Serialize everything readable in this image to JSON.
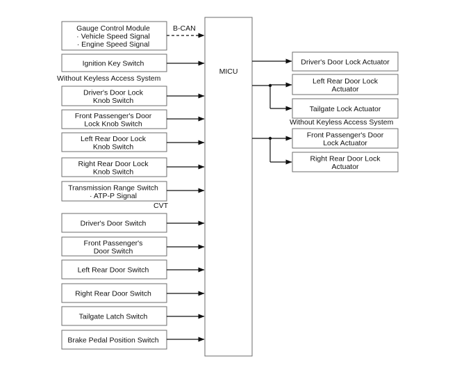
{
  "inputs": [
    {
      "id": "gauge",
      "lines": [
        "Gauge Control Module",
        "· Vehicle Speed Signal",
        "· Engine Speed Signal"
      ]
    },
    {
      "id": "ignition",
      "lines": [
        "Ignition Key Switch"
      ]
    },
    {
      "id": "driver-knob",
      "lines": [
        "Driver's Door Lock",
        "Knob Switch"
      ]
    },
    {
      "id": "front-pass-knob",
      "lines": [
        "Front Passenger's Door",
        "Lock Knob Switch"
      ]
    },
    {
      "id": "left-rear-knob",
      "lines": [
        "Left Rear Door Lock",
        "Knob Switch"
      ]
    },
    {
      "id": "right-rear-knob",
      "lines": [
        "Right Rear Door Lock",
        "Knob Switch"
      ]
    },
    {
      "id": "trans-range",
      "lines": [
        "Transmission Range Switch",
        "· ATP-P Signal"
      ]
    },
    {
      "id": "driver-door",
      "lines": [
        "Driver's Door Switch"
      ]
    },
    {
      "id": "front-pass-door",
      "lines": [
        "Front Passenger's",
        "Door Switch"
      ]
    },
    {
      "id": "left-rear-door",
      "lines": [
        "Left Rear Door Switch"
      ]
    },
    {
      "id": "right-rear-door",
      "lines": [
        "Right Rear Door Switch"
      ]
    },
    {
      "id": "tailgate-latch",
      "lines": [
        "Tailgate Latch Switch"
      ]
    },
    {
      "id": "brake-pedal",
      "lines": [
        "Brake Pedal Position Switch"
      ]
    }
  ],
  "outputs": [
    {
      "id": "driver-actuator",
      "lines": [
        "Driver's Door Lock Actuator"
      ]
    },
    {
      "id": "left-rear-actuator",
      "lines": [
        "Left Rear Door Lock",
        "Actuator"
      ]
    },
    {
      "id": "tailgate-actuator",
      "lines": [
        "Tailgate Lock Actuator"
      ]
    },
    {
      "id": "front-pass-actuator",
      "lines": [
        "Front Passenger's Door",
        "Lock Actuator"
      ]
    },
    {
      "id": "right-rear-actuator",
      "lines": [
        "Right Rear Door Lock",
        "Actuator"
      ]
    }
  ],
  "labels": {
    "micu": "MICU",
    "bcan": "B-CAN",
    "without_keyless_left": "Without Keyless Access System",
    "without_keyless_right": "Without Keyless Access System",
    "cvt": "CVT"
  }
}
